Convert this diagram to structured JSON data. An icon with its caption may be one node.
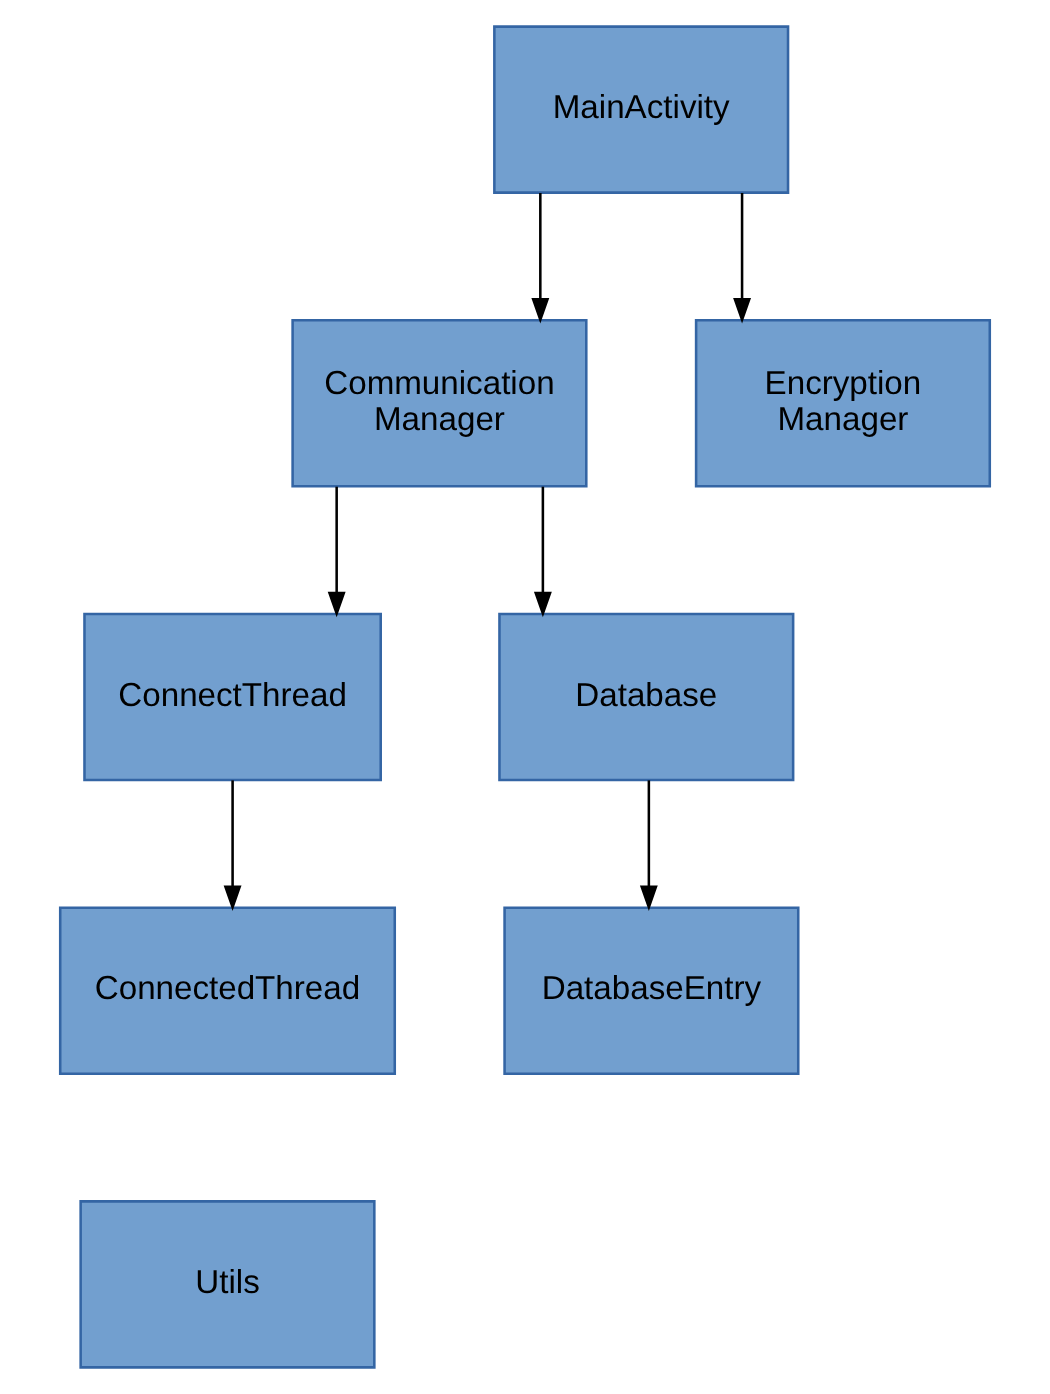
{
  "diagram": {
    "nodes": [
      {
        "text": [
          "MainActivity"
        ]
      },
      {
        "text": [
          "Communication Manager"
        ]
      },
      {
        "text": [
          "Encryption Manager"
        ]
      },
      {
        "text": [
          "ConnectThread"
        ]
      },
      {
        "text": [
          "Database"
        ]
      },
      {
        "text": [
          "ConnectedThread"
        ]
      },
      {
        "text": [
          "DatabaseEntry"
        ]
      },
      {
        "text": [
          "Utils"
        ]
      }
    ],
    "edges": [
      {
        "from": 0,
        "to": 1,
        "arrow": "to"
      },
      {
        "from": 0,
        "to": 2,
        "arrow": "to"
      },
      {
        "from": 1,
        "to": 3,
        "arrow": "to"
      },
      {
        "from": 1,
        "to": 4,
        "arrow": "to"
      },
      {
        "from": 3,
        "to": 5,
        "arrow": "to"
      },
      {
        "from": 4,
        "to": 6,
        "arrow": "to"
      }
    ]
  }
}
